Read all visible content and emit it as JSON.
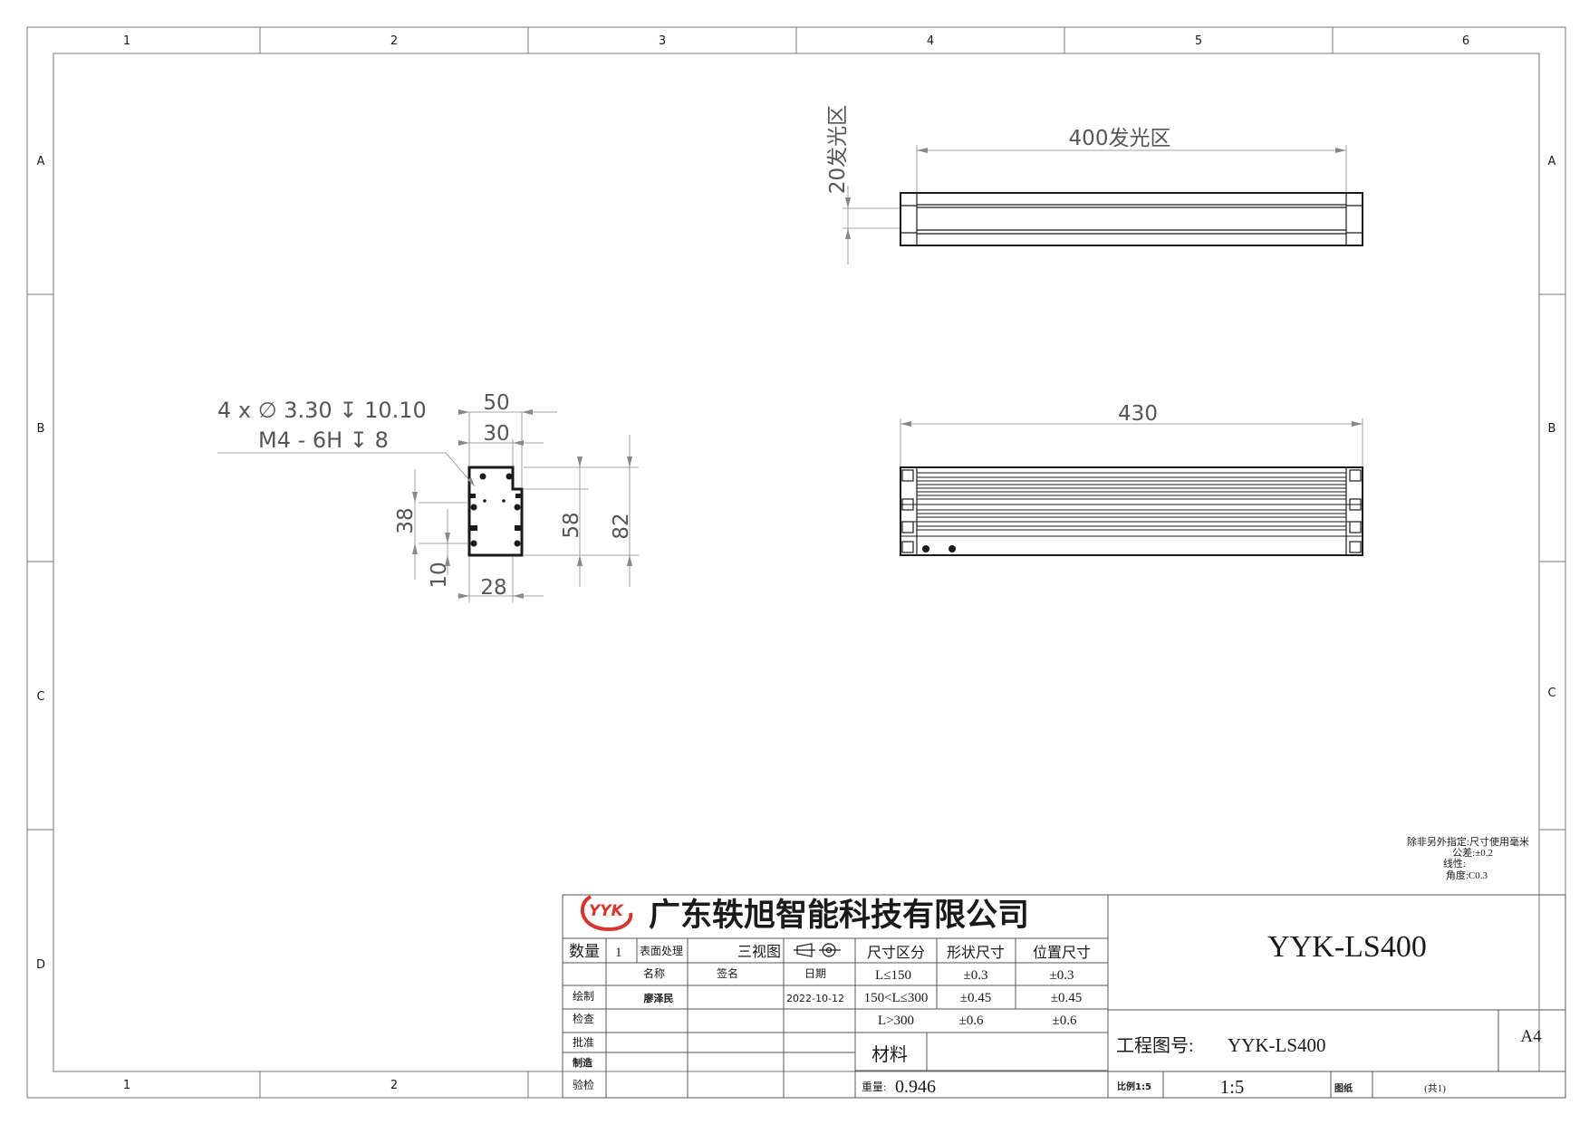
{
  "border": {
    "columns": [
      "1",
      "2",
      "3",
      "4",
      "5",
      "6"
    ],
    "rows": [
      "A",
      "B",
      "C",
      "D"
    ]
  },
  "views": {
    "top": {
      "dim_emit_length": "400发光区",
      "dim_emit_width": "20发光区"
    },
    "front": {
      "dim_length": "430"
    },
    "end": {
      "callout_hole": "4 x ∅ 3.30 ↧ 10.10",
      "callout_thread": "M4 - 6H ↧ 8",
      "dim_50": "50",
      "dim_30": "30",
      "dim_38": "38",
      "dim_58": "58",
      "dim_82": "82",
      "dim_10": "10",
      "dim_28": "28"
    }
  },
  "notes": {
    "line1": "除非另外指定:尺寸使用毫米",
    "line2": "公差:±0.2",
    "line3": "线性:",
    "line4": "角度:C0.3"
  },
  "title_block": {
    "logo_text": "YYK",
    "company": "广东轶旭智能科技有限公司",
    "qty_label": "数量",
    "qty_value": "1",
    "surface_label": "表面处理",
    "projection_label": "三视图",
    "col_name": "名称",
    "col_sign": "签名",
    "col_date": "日期",
    "drawn_label": "绘制",
    "drawn_name": "廖泽民",
    "drawn_date": "2022-10-12",
    "check_label": "检查",
    "approve_label": "批准",
    "make_label": "制造",
    "verify_label": "验检",
    "tol_header_range": "尺寸区分",
    "tol_header_form": "形状尺寸",
    "tol_header_pos": "位置尺寸",
    "tol_rows": [
      {
        "range": "L≤150",
        "form": "±0.3",
        "pos": "±0.3"
      },
      {
        "range": "150<L≤300",
        "form": "±0.45",
        "pos": "±0.45"
      },
      {
        "range": "L>300",
        "form": "±0.6",
        "pos": "±0.6"
      }
    ],
    "material_label": "材料",
    "weight_label": "重量:",
    "weight_value": "0.946",
    "part_number": "YYK-LS400",
    "drawing_no_label": "工程图号:",
    "drawing_no_value": "YYK-LS400",
    "sheet_size": "A4",
    "scale_label": "比例1:5",
    "scale_value": "1:5",
    "sheet_label": "图纸",
    "sheet_count": "(共1)"
  },
  "colors": {
    "line": "#1a1a1a",
    "thin": "#777777",
    "dim_text": "#555555",
    "logo_red": "#d9332b"
  }
}
